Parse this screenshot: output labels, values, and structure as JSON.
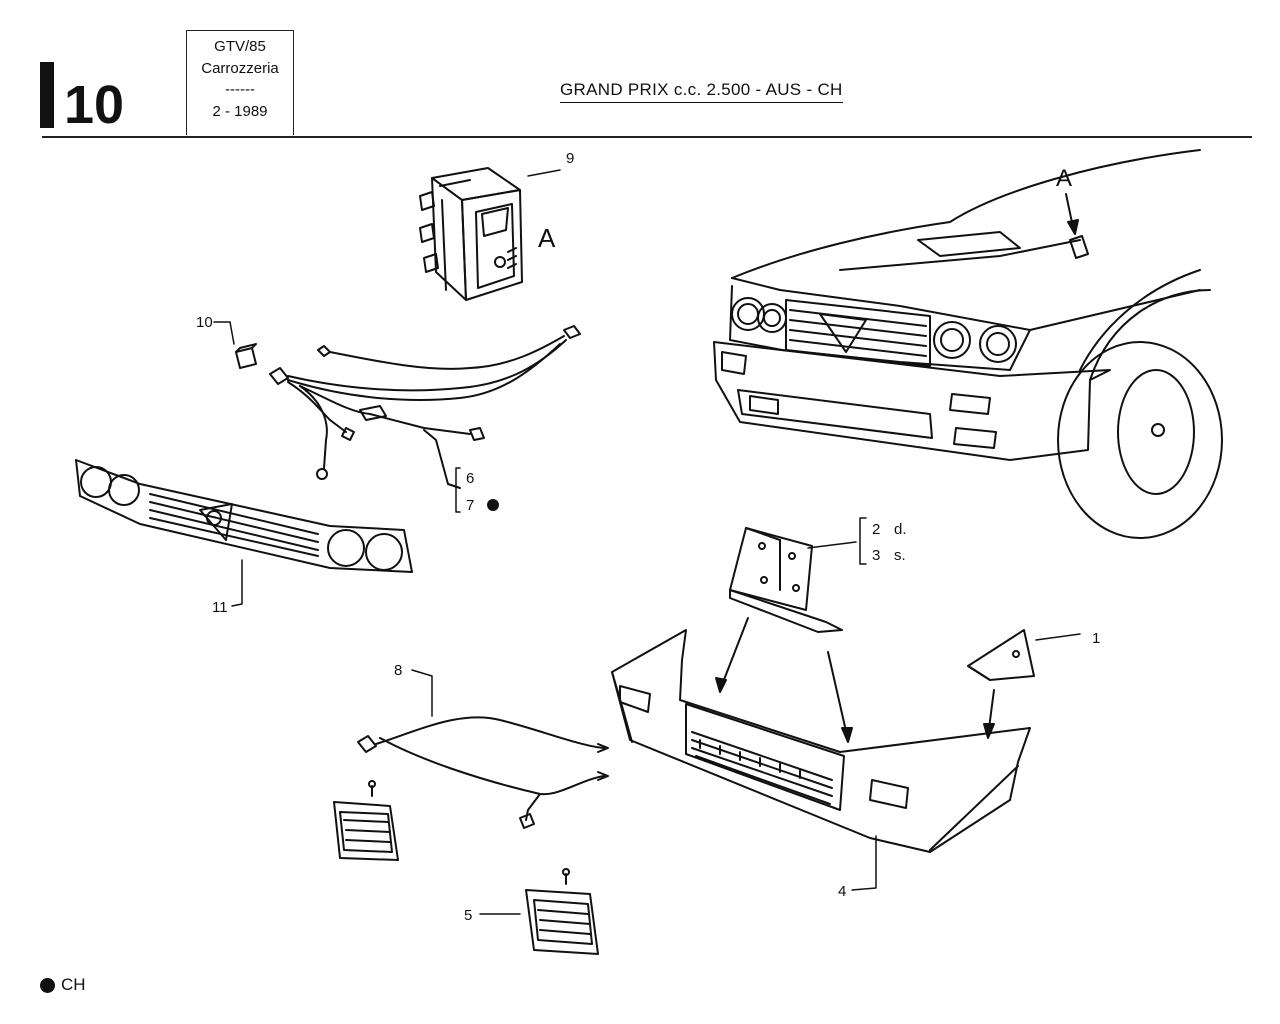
{
  "header": {
    "section_letter": "I",
    "section_number": "10",
    "model": "GTV/85",
    "category": "Carrozzeria",
    "divider": "------",
    "date": "2 - 1989",
    "title": "GRAND PRIX c.c. 2.500 - AUS - CH"
  },
  "callouts": {
    "c1": "1",
    "c2": "2",
    "c2_side": "d.",
    "c3": "3",
    "c3_side": "s.",
    "c4": "4",
    "c5": "5",
    "c6": "6",
    "c7": "7",
    "c8": "8",
    "c9": "9",
    "c10": "10",
    "c11": "11"
  },
  "detail_labels": {
    "switch": "A",
    "car": "A"
  },
  "legend": {
    "marker": "●",
    "text": "CH"
  }
}
